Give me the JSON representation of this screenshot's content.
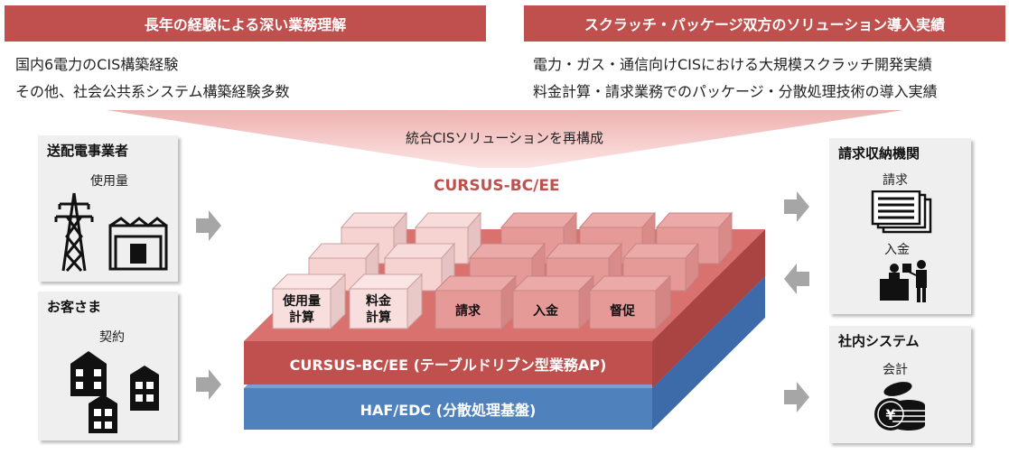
{
  "left_banner": {
    "title": "長年の経験による深い業務理解"
  },
  "right_banner": {
    "title": "スクラッチ・パッケージ双方のソリューション導入実績"
  },
  "left_bullets": [
    "国内6電力のCIS構築経験",
    "その他、社会公共系システム構築経験多数"
  ],
  "right_bullets": [
    "電力・ガス・通信向けCISにおける大規模スクラッチ開発実績",
    "料金計算・請求業務でのパッケージ・分散処理技術の導入実績"
  ],
  "center_label": "統合CISソリューションを再構成",
  "product_title": "CURSUS-BC/EE",
  "left_panels": [
    {
      "title": "送配電事業者",
      "sub": "使用量",
      "icon": "transmission-tower-icon"
    },
    {
      "title": "お客さま",
      "sub": "契約",
      "icon": "buildings-icon"
    }
  ],
  "right_panels": [
    {
      "title": "請求収納機関",
      "sub1": "請求",
      "sub2": "入金",
      "icon1": "documents-icon",
      "icon2": "cashier-icon"
    },
    {
      "title": "社内システム",
      "sub": "会計",
      "icon": "coins-icon"
    }
  ],
  "modules": [
    {
      "label_l1": "使用量",
      "label_l2": "計算"
    },
    {
      "label_l1": "料金",
      "label_l2": "計算"
    },
    {
      "label_l1": "請求"
    },
    {
      "label_l1": "入金"
    },
    {
      "label_l1": "督促"
    }
  ],
  "layers": {
    "app": "CURSUS-BC/EE (テーブルドリブン型業務AP)",
    "base": "HAF/EDC (分散処理基盤)"
  },
  "colors": {
    "accent": "#c0504d",
    "base_layer": "#4f81bd",
    "arrow": "#a6a6a6",
    "panel": "#efefef"
  }
}
